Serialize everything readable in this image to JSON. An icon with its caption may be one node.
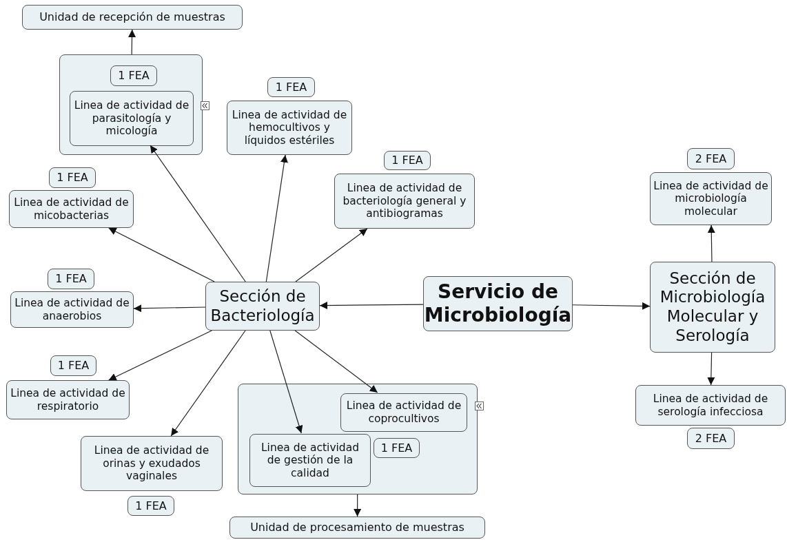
{
  "diagram": {
    "nodes": [
      {
        "text": [
          "Servicio de Microbiología"
        ]
      },
      {
        "text": [
          "Sección de Bacteriología"
        ]
      },
      {
        "text": [
          "Sección de Microbiología Molecular y Serología"
        ]
      },
      {
        "text": [
          "Unidad de recepción de muestras"
        ]
      },
      {
        "text": [],
        "shape": "box"
      },
      {
        "text": [
          "1 FEA"
        ],
        "in": 4
      },
      {
        "text": [
          "Linea de actividad de parasitología y micología"
        ],
        "in": 4
      },
      {
        "text": [
          "1 FEA"
        ]
      },
      {
        "text": [
          "Linea de actividad de hemocultivos y líquidos estériles"
        ]
      },
      {
        "text": [
          "1 FEA"
        ]
      },
      {
        "text": [
          "Linea de actividad de bacteriología general y antibiogramas"
        ]
      },
      {
        "text": [
          "1 FEA"
        ]
      },
      {
        "text": [
          "Linea de actividad de micobacterias"
        ]
      },
      {
        "text": [
          "1 FEA"
        ]
      },
      {
        "text": [
          "Linea de actividad de anaerobios"
        ]
      },
      {
        "text": [
          "1 FEA"
        ]
      },
      {
        "text": [
          "Linea de actividad de respiratorio"
        ]
      },
      {
        "text": [
          "Linea de actividad de orinas y exudados vaginales"
        ]
      },
      {
        "text": [
          "1 FEA"
        ]
      },
      {
        "text": [],
        "shape": "box"
      },
      {
        "text": [
          "Linea de actividad de coprocultivos"
        ],
        "in": 19
      },
      {
        "text": [
          "Linea de actividad de gestión de la calidad"
        ],
        "in": 19
      },
      {
        "text": [
          "1 FEA"
        ],
        "in": 19
      },
      {
        "text": [
          "Unidad de procesamiento de muestras"
        ]
      },
      {
        "text": [
          "2 FEA"
        ]
      },
      {
        "text": [
          "Linea de actividad de microbiología molecular"
        ]
      },
      {
        "text": [
          "Linea de actividad de serología infecciosa"
        ]
      },
      {
        "text": [
          "2 FEA"
        ]
      }
    ],
    "edges": [
      {
        "from": 0,
        "to": 1,
        "arrow": "to"
      },
      {
        "from": 0,
        "to": 2,
        "arrow": "to"
      },
      {
        "from": 4,
        "to": 3,
        "arrow": "to"
      },
      {
        "from": 1,
        "to": 6,
        "arrow": "to"
      },
      {
        "from": 1,
        "to": 8,
        "arrow": "to"
      },
      {
        "from": 1,
        "to": 10,
        "arrow": "to"
      },
      {
        "from": 1,
        "to": 12,
        "arrow": "to"
      },
      {
        "from": 1,
        "to": 14,
        "arrow": "to"
      },
      {
        "from": 1,
        "to": 16,
        "arrow": "to"
      },
      {
        "from": 1,
        "to": 17,
        "arrow": "to"
      },
      {
        "from": 1,
        "to": 21,
        "arrow": "to"
      },
      {
        "from": 1,
        "to": 20,
        "arrow": "to"
      },
      {
        "from": 19,
        "to": 23,
        "arrow": "to"
      },
      {
        "from": 2,
        "to": 25,
        "arrow": "to"
      },
      {
        "from": 2,
        "to": 26,
        "arrow": "to"
      }
    ]
  }
}
